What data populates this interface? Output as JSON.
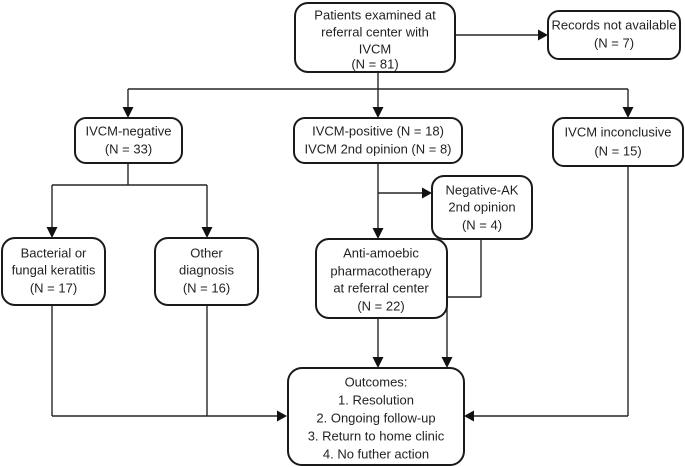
{
  "diagram": {
    "title": "IVCM referral patient flow diagram",
    "colors": {
      "background": "#ffffff",
      "box_border": "#1a1a1a",
      "text": "#231f20",
      "connector": "#262626"
    },
    "nodes": [
      {
        "id": "patients-examined",
        "name": "patients-examined-box",
        "lines": [
          "Patients examined at",
          "referral center with",
          "IVCM",
          "(N = 81)"
        ],
        "count": 81
      },
      {
        "id": "records-not-available",
        "name": "records-not-available-box",
        "lines": [
          "Records not available",
          "(N = 7)"
        ],
        "count": 7
      },
      {
        "id": "ivcm-negative",
        "name": "ivcm-negative-box",
        "lines": [
          "IVCM-negative",
          "(N = 33)"
        ],
        "count": 33
      },
      {
        "id": "ivcm-positive",
        "name": "ivcm-positive-box",
        "lines": [
          "IVCM-positive (N = 18)",
          "IVCM 2nd opinion (N = 8)"
        ],
        "count": 26
      },
      {
        "id": "ivcm-inconclusive",
        "name": "ivcm-inconclusive-box",
        "lines": [
          "IVCM inconclusive",
          "(N = 15)"
        ],
        "count": 15
      },
      {
        "id": "negative-ak",
        "name": "negative-ak-second-opinion-box",
        "lines": [
          "Negative-AK",
          "2nd opinion",
          "(N = 4)"
        ],
        "count": 4
      },
      {
        "id": "bacterial-fungal",
        "name": "bacterial-or-fungal-keratitis-box",
        "lines": [
          "Bacterial or",
          "fungal keratitis",
          "(N = 17)"
        ],
        "count": 17
      },
      {
        "id": "other-diagnosis",
        "name": "other-diagnosis-box",
        "lines": [
          "Other",
          "diagnosis",
          "(N = 16)"
        ],
        "count": 16
      },
      {
        "id": "anti-amoebic",
        "name": "anti-amoebic-pharmacotherapy-box",
        "lines": [
          "Anti-amoebic",
          "pharmacotherapy",
          "at referral center",
          "(N = 22)"
        ],
        "count": 22
      },
      {
        "id": "outcomes",
        "name": "outcomes-box",
        "lines": [
          "Outcomes:",
          "1.    Resolution",
          "2.    Ongoing follow-up",
          "3.    Return to home clinic",
          "4.    No futher action"
        ],
        "count": null
      }
    ],
    "edges": [
      {
        "from": "patients-examined",
        "to": "records-not-available"
      },
      {
        "from": "patients-examined",
        "to": "ivcm-negative"
      },
      {
        "from": "patients-examined",
        "to": "ivcm-positive"
      },
      {
        "from": "patients-examined",
        "to": "ivcm-inconclusive"
      },
      {
        "from": "ivcm-negative",
        "to": "bacterial-fungal"
      },
      {
        "from": "ivcm-negative",
        "to": "other-diagnosis"
      },
      {
        "from": "ivcm-positive",
        "to": "negative-ak"
      },
      {
        "from": "ivcm-positive",
        "to": "anti-amoebic"
      },
      {
        "from": "negative-ak",
        "to": "outcomes"
      },
      {
        "from": "anti-amoebic",
        "to": "outcomes"
      },
      {
        "from": "bacterial-fungal",
        "to": "outcomes"
      },
      {
        "from": "other-diagnosis",
        "to": "outcomes"
      },
      {
        "from": "ivcm-inconclusive",
        "to": "outcomes"
      }
    ]
  }
}
